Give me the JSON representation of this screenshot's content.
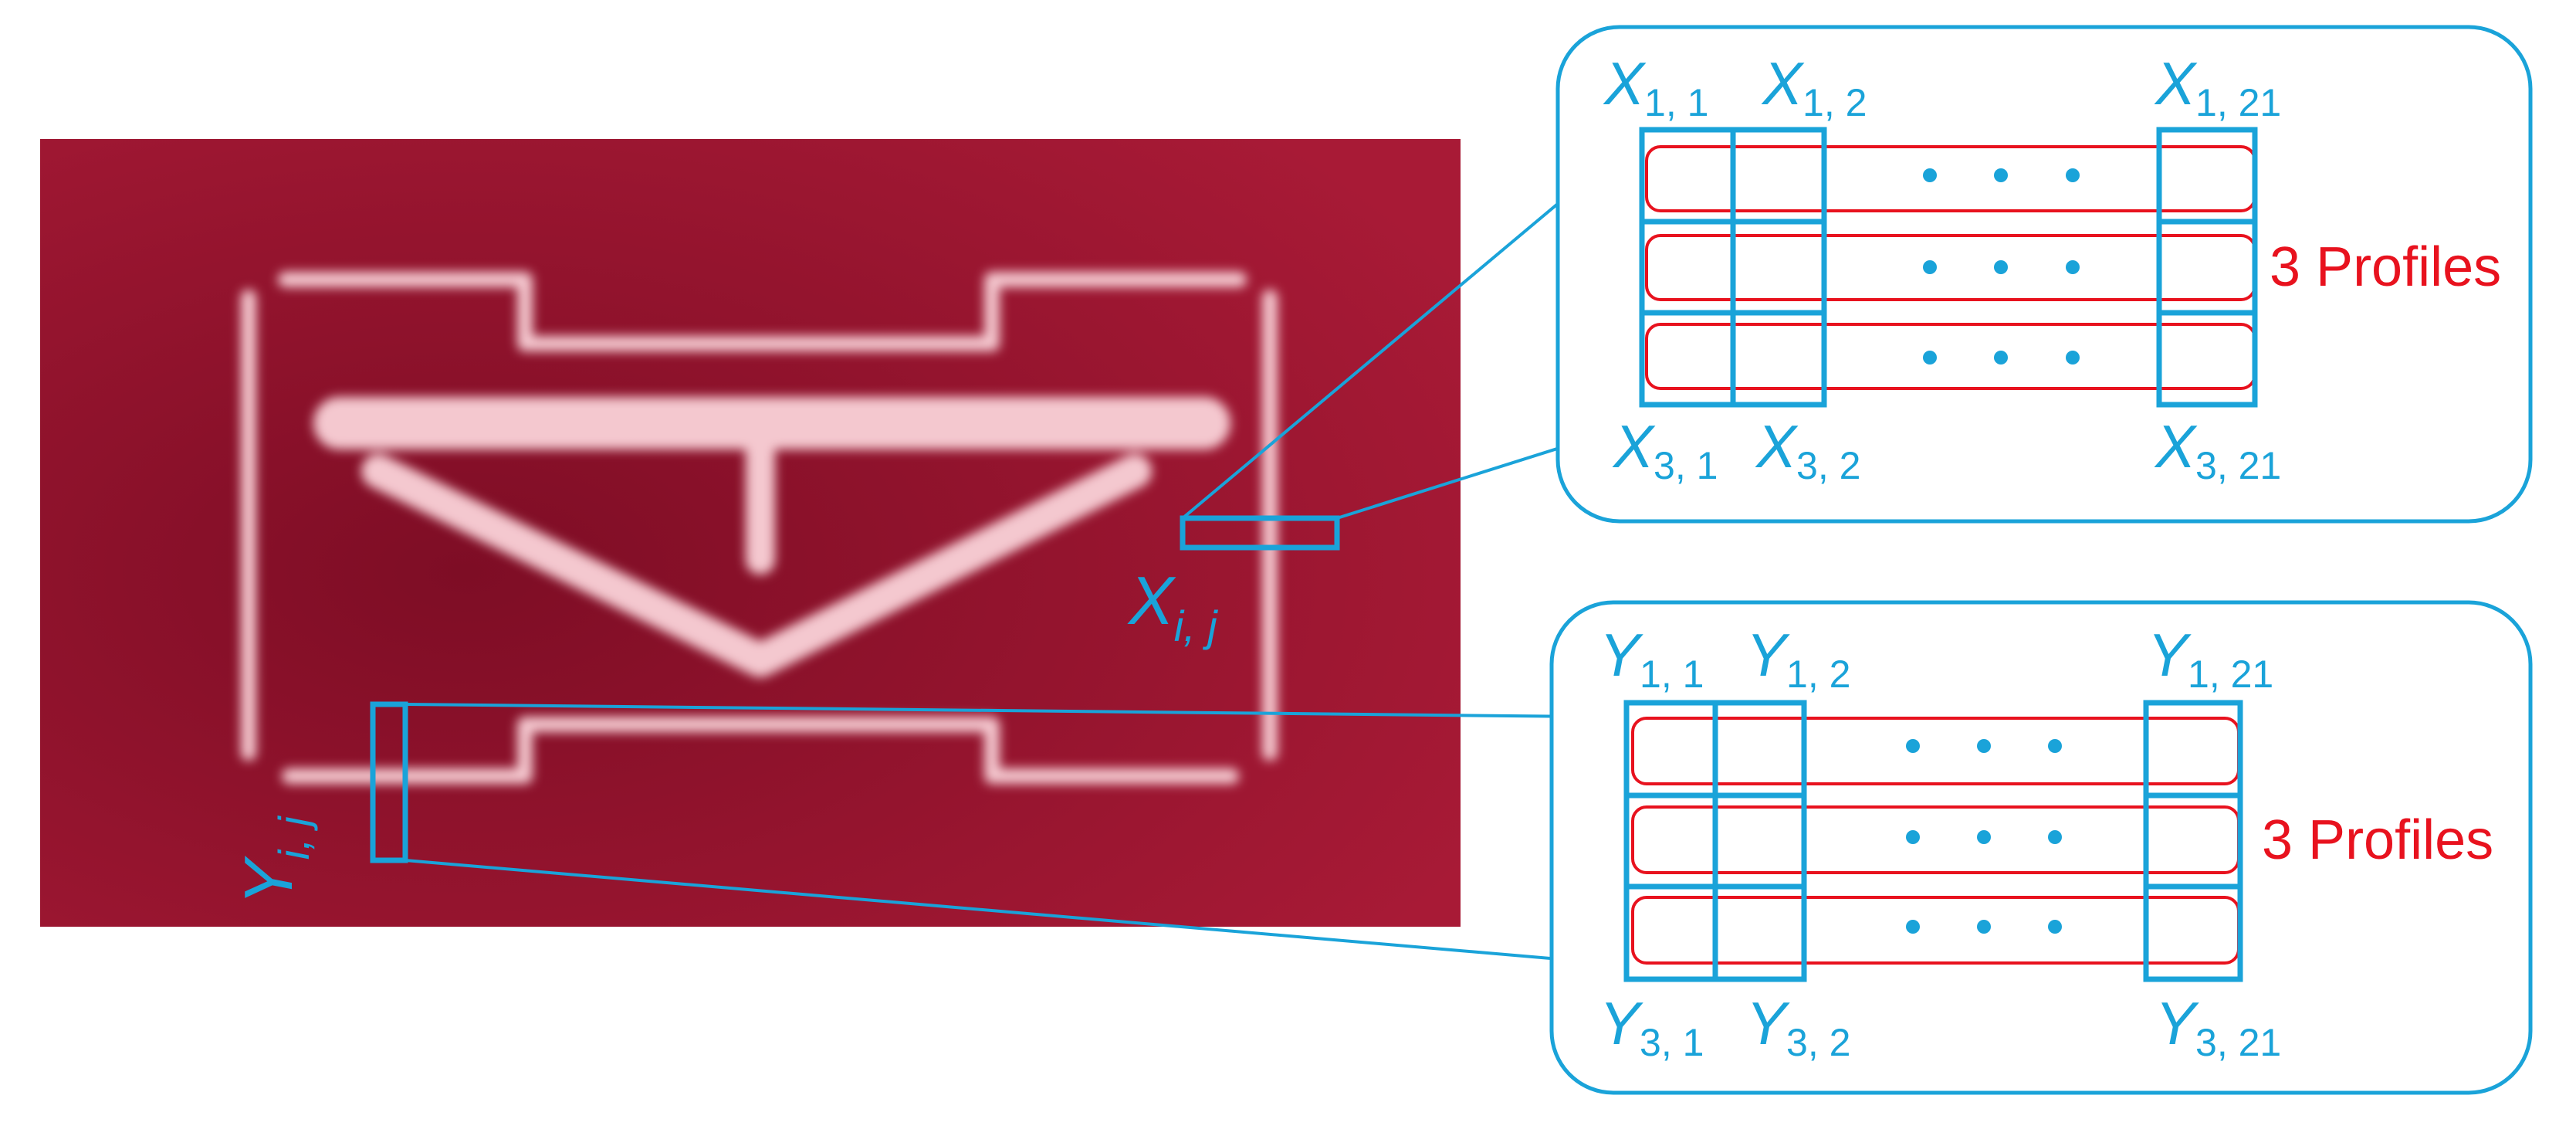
{
  "image": {
    "background_color": "#9b1530",
    "feature_color": "#f4c8cf"
  },
  "colors": {
    "blue": "#1aa3d9",
    "red": "#e8121e"
  },
  "image_labels": {
    "x": {
      "main": "X",
      "sub": "i, j"
    },
    "y": {
      "main": "Y",
      "sub": "i, j"
    }
  },
  "x_panel": {
    "top_labels": [
      {
        "main": "X",
        "sub": "1, 1"
      },
      {
        "main": "X",
        "sub": "1, 2"
      },
      {
        "main": "X",
        "sub": "1, 21"
      }
    ],
    "bottom_labels": [
      {
        "main": "X",
        "sub": "3, 1"
      },
      {
        "main": "X",
        "sub": "3, 2"
      },
      {
        "main": "X",
        "sub": "3, 21"
      }
    ],
    "profiles_label": "3 Profiles"
  },
  "y_panel": {
    "top_labels": [
      {
        "main": "Y",
        "sub": "1, 1"
      },
      {
        "main": "Y",
        "sub": "1, 2"
      },
      {
        "main": "Y",
        "sub": "1, 21"
      }
    ],
    "bottom_labels": [
      {
        "main": "Y",
        "sub": "3, 1"
      },
      {
        "main": "Y",
        "sub": "3, 2"
      },
      {
        "main": "Y",
        "sub": "3, 21"
      }
    ],
    "profiles_label": "3 Profiles"
  }
}
